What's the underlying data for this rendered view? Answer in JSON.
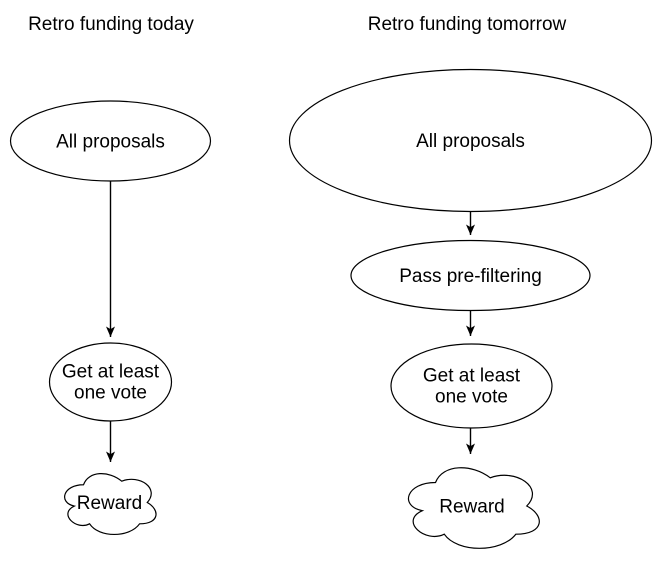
{
  "diagram": {
    "background_color": "#ffffff",
    "stroke_color": "#000000",
    "text_color": "#000000",
    "shape_fill_color": "#ffffff",
    "columns": [
      {
        "title": "Retro funding today",
        "nodes": [
          {
            "shape": "ellipse",
            "label": "All proposals"
          },
          {
            "shape": "ellipse",
            "label": "Get at least one vote",
            "lines": [
              "Get at least",
              "one vote"
            ]
          },
          {
            "shape": "cloud",
            "label": "Reward"
          }
        ]
      },
      {
        "title": "Retro funding tomorrow",
        "nodes": [
          {
            "shape": "ellipse",
            "label": "All proposals"
          },
          {
            "shape": "ellipse",
            "label": "Pass pre-filtering"
          },
          {
            "shape": "ellipse",
            "label": "Get at least one vote",
            "lines": [
              "Get at least",
              "one vote"
            ]
          },
          {
            "shape": "cloud",
            "label": "Reward"
          }
        ]
      }
    ]
  }
}
